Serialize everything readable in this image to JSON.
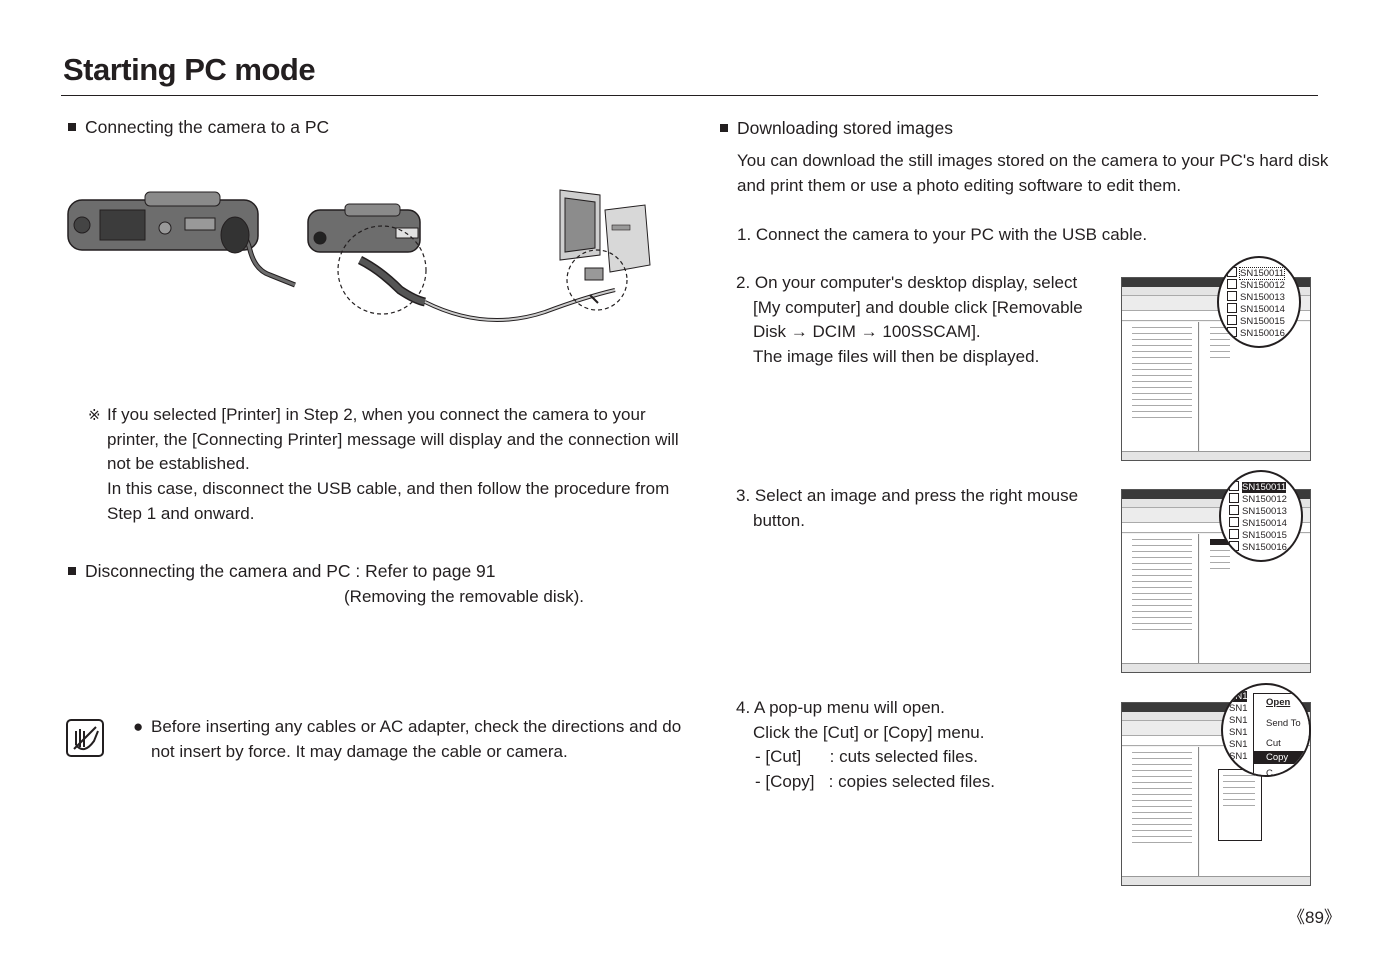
{
  "page": {
    "title": "Starting PC mode",
    "page_number": "《89》"
  },
  "left": {
    "section1": "Connecting the camera to a PC",
    "note_symbol": "※",
    "note_lines": [
      "If you selected [Printer] in Step 2, when you connect the camera to your",
      "printer, the [Connecting Printer] message will display and the connection will",
      "not be established.",
      "In this case, disconnect the USB cable, and then follow the procedure from",
      "Step 1 and onward."
    ],
    "section2_line1": "Disconnecting the camera and PC : Refer to page 91",
    "section2_line2": "(Removing the removable disk).",
    "caution_bullet": "●",
    "caution_lines": [
      "Before inserting any cables or AC adapter, check the directions and do",
      "not insert by force. It may damage the cable or camera."
    ]
  },
  "right": {
    "section": "Downloading stored images",
    "intro_lines": [
      "You can download the still images stored on the camera to your PC's hard disk",
      "and print them or use a photo editing software to edit them."
    ],
    "step1": "1. Connect the camera to your PC with the USB cable.",
    "step2_lines": [
      "2. On your computer's desktop display, select",
      "[My computer] and double click [Removable",
      "Disk → DCIM → 100SSCAM].",
      "The image files will then be displayed."
    ],
    "step3_lines": [
      "3. Select an image and press the right mouse",
      "button."
    ],
    "step4_lines": [
      "4. A pop-up menu will open.",
      "Click the [Cut] or [Copy] menu.",
      "- [Cut]      : cuts selected files.",
      "- [Copy]   : copies selected files."
    ],
    "files": [
      "SN150011",
      "SN150012",
      "SN150013",
      "SN150014",
      "SN150015",
      "SN150016"
    ],
    "files_short": [
      "SN1",
      "SN1",
      "SN1",
      "SN1",
      "SN1",
      "SN1"
    ],
    "popup_menu": [
      "Open",
      "Send To",
      "Cut",
      "Copy",
      "C"
    ]
  }
}
